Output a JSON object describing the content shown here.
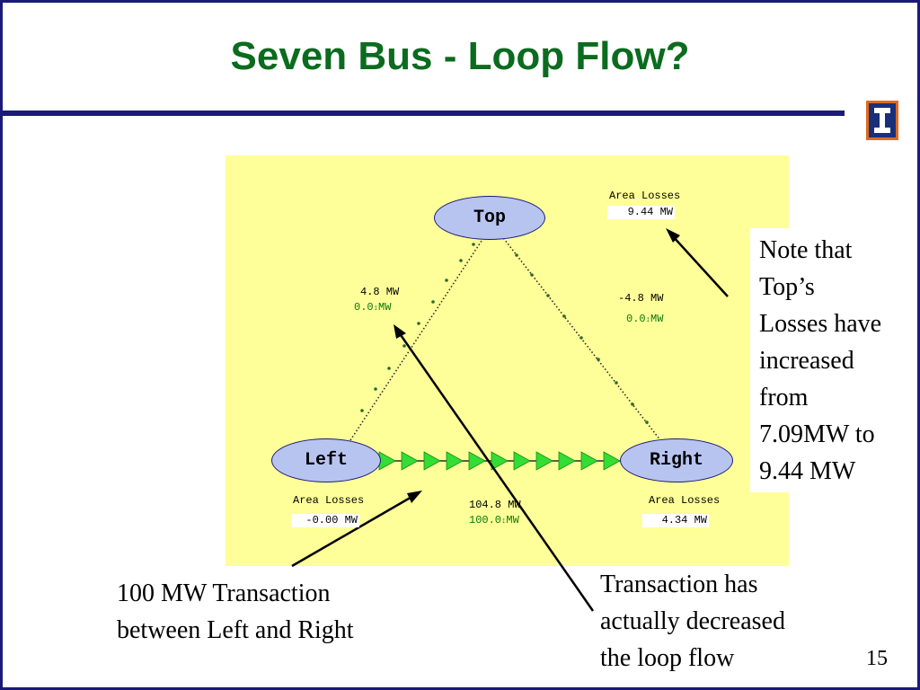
{
  "slide": {
    "title": "Seven Bus - Loop Flow?",
    "page_number": "15",
    "colors": {
      "title": "#0b6b1e",
      "rule": "#1a1a7a",
      "panel": "#ffff99",
      "bus": "#b8c4f0",
      "arrow": "#33dd33",
      "flow_text": "#0a7a0a"
    }
  },
  "buses": {
    "top": "Top",
    "left": "Left",
    "right": "Right"
  },
  "area_losses": {
    "top": {
      "label": "Area Losses",
      "value": "9.44 MW"
    },
    "left": {
      "label": "Area Losses",
      "value": "-0.00 MW"
    },
    "right": {
      "label": "Area Losses",
      "value": "4.34 MW"
    }
  },
  "flows": {
    "left_top": {
      "mw": "4.8 MW",
      "sched_value": "0.0",
      "sched_unit": "MW"
    },
    "right_top": {
      "mw": "-4.8 MW",
      "sched_value": "0.0",
      "sched_unit": "MW"
    },
    "left_right": {
      "mw": "104.8 MW",
      "sched_value": "100.0",
      "sched_unit": "MW"
    }
  },
  "notes": {
    "right_note": [
      "Note that",
      "Top’s",
      "Losses have",
      "increased",
      "from",
      "7.09MW to",
      "9.44 MW"
    ],
    "bottom_left": [
      "100 MW Transaction",
      "between Left and Right"
    ],
    "bottom_right": [
      "Transaction has",
      "actually decreased",
      "the loop flow"
    ]
  },
  "icons": {
    "logo": "illinois-block-i-logo",
    "spinner": "up-down-spinner-icon"
  }
}
